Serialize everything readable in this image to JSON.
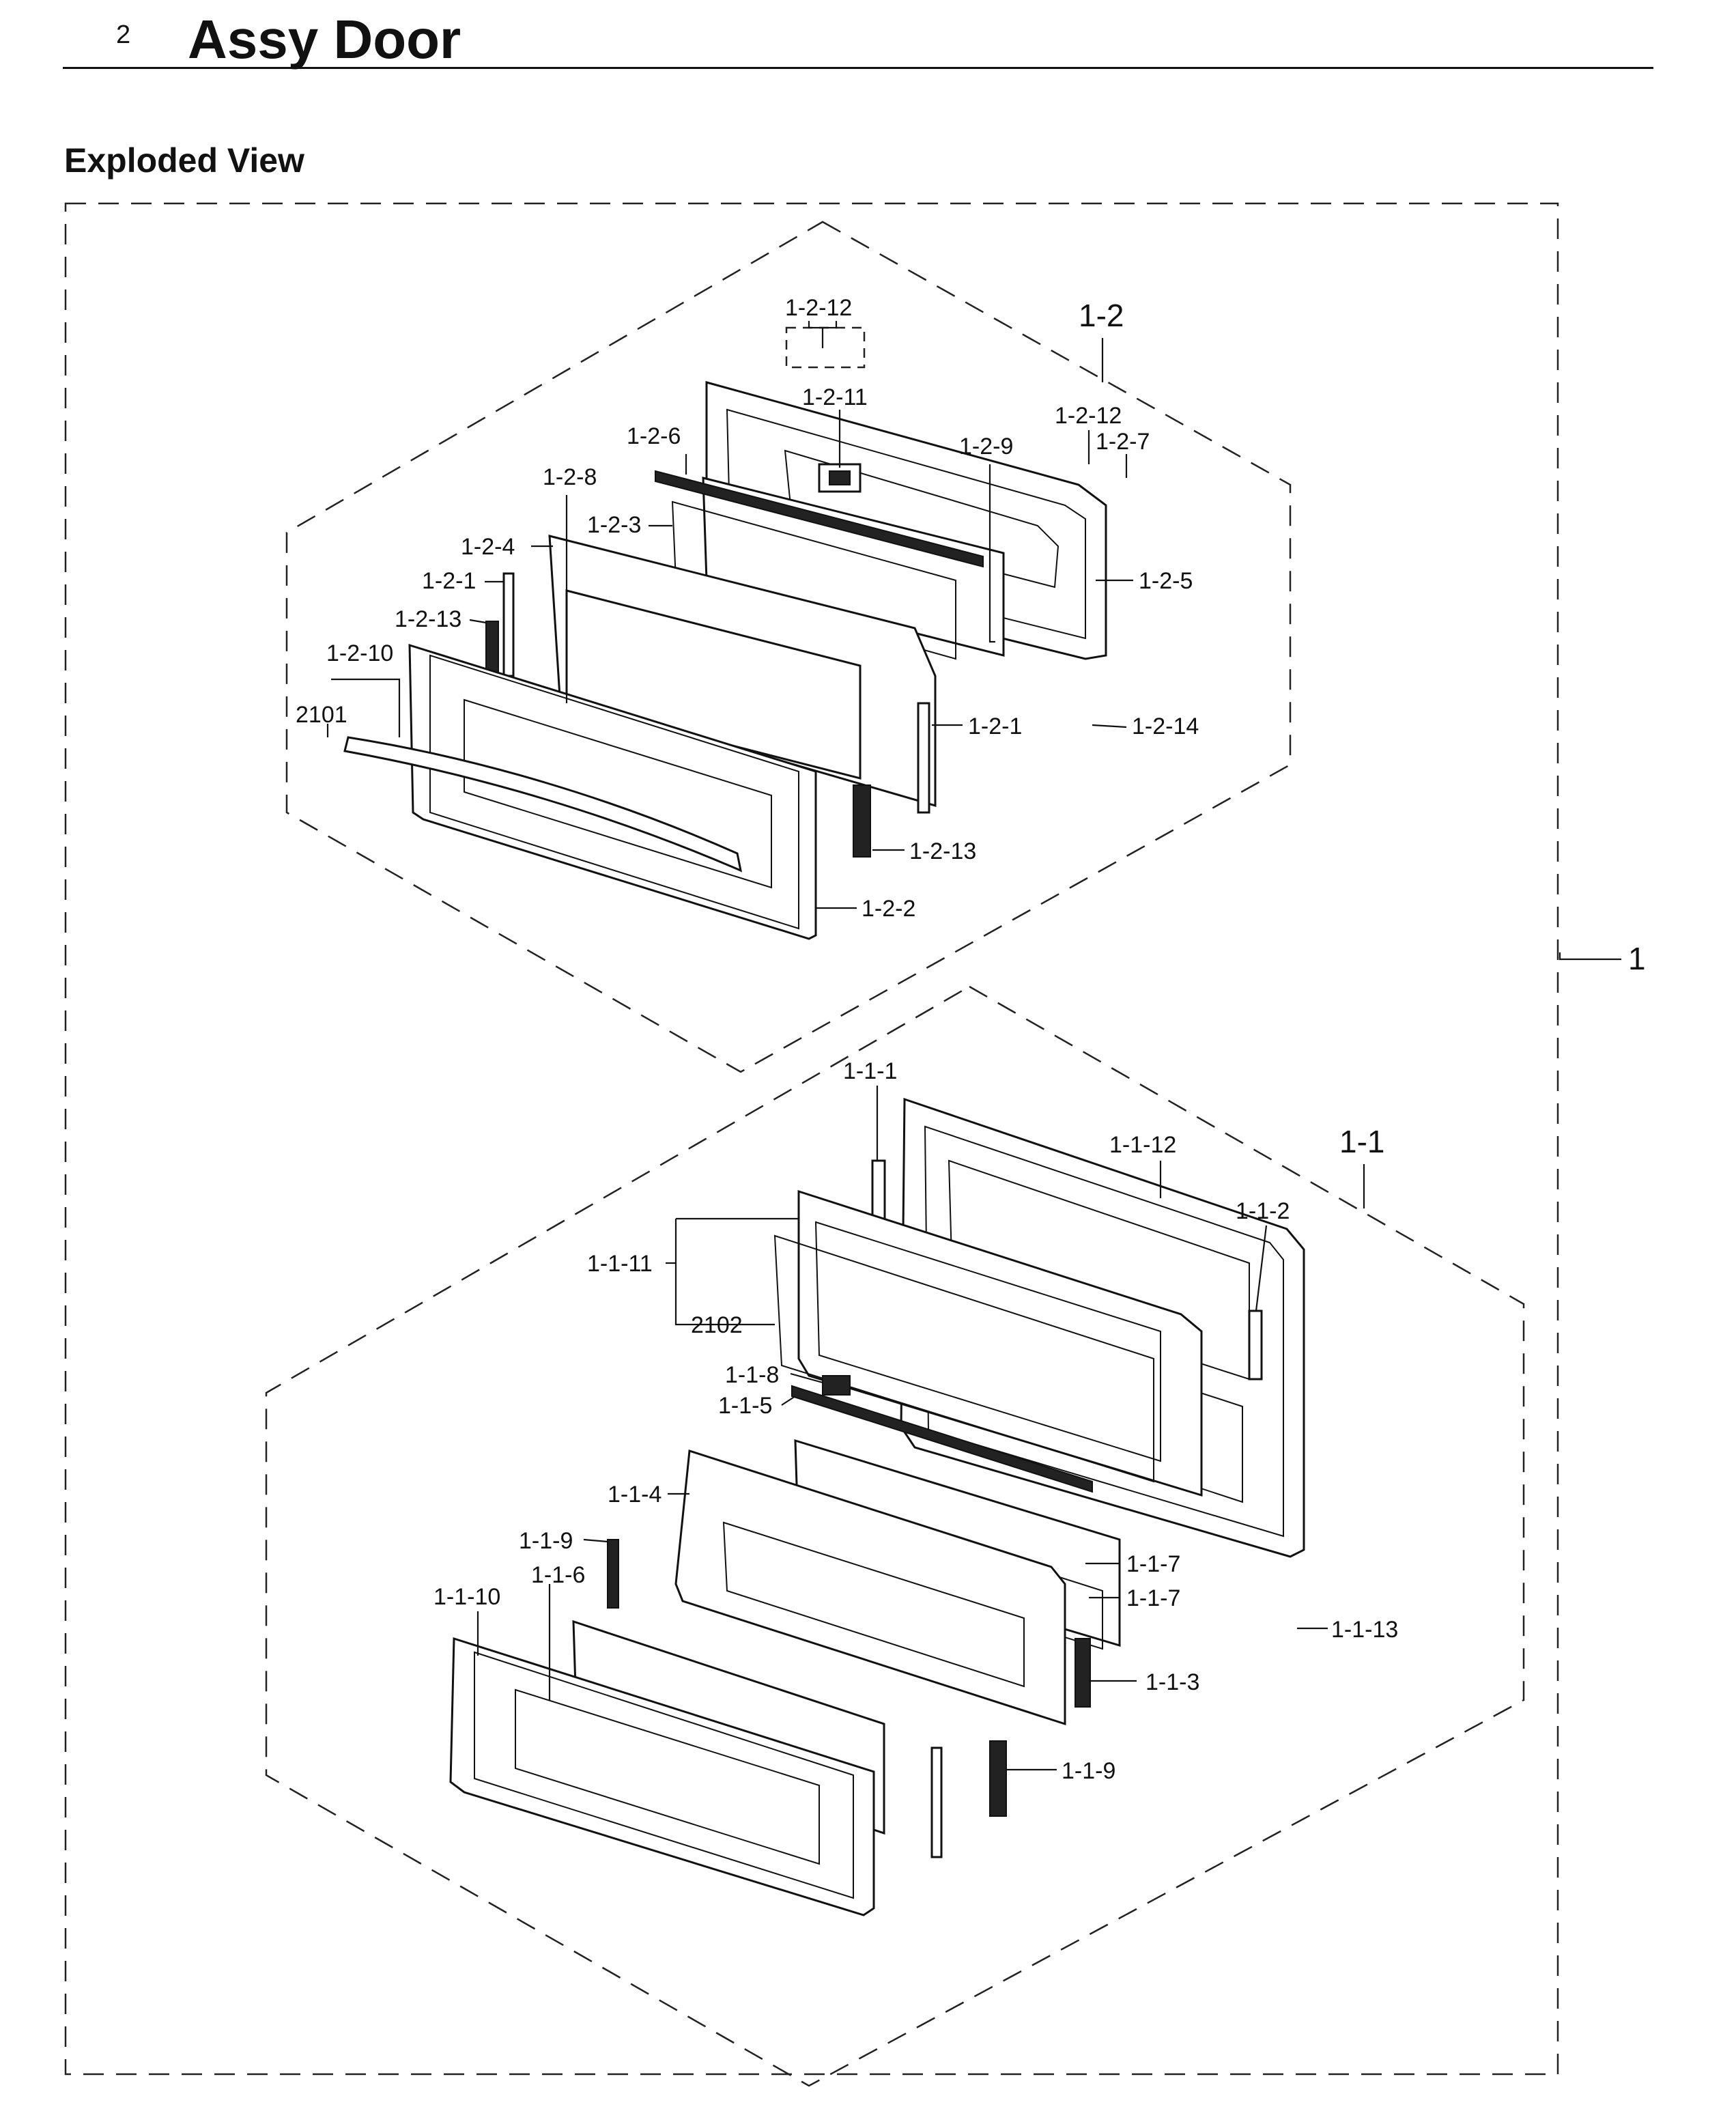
{
  "header": {
    "section_number": "2",
    "title": "Assy Door",
    "subtitle": "Exploded View"
  },
  "callouts": {
    "c1": "1",
    "c1_2": "1-2",
    "c1_1": "1-1",
    "c1_2_12a": "1-2-12",
    "c1_2_11": "1-2-11",
    "c1_2_12b": "1-2-12",
    "c1_2_7": "1-2-7",
    "c1_2_6": "1-2-6",
    "c1_2_9": "1-2-9",
    "c1_2_8": "1-2-8",
    "c1_2_3": "1-2-3",
    "c1_2_4": "1-2-4",
    "c1_2_5": "1-2-5",
    "c1_2_1a": "1-2-1",
    "c1_2_13a": "1-2-13",
    "c1_2_10": "1-2-10",
    "c2101": "2101",
    "c1_2_1b": "1-2-1",
    "c1_2_14": "1-2-14",
    "c1_2_13b": "1-2-13",
    "c1_2_2": "1-2-2",
    "c1_1_1": "1-1-1",
    "c1_1_12": "1-1-12",
    "c1_1_2": "1-1-2",
    "c1_1_11": "1-1-11",
    "c2102": "2102",
    "c1_1_8": "1-1-8",
    "c1_1_5": "1-1-5",
    "c1_1_4": "1-1-4",
    "c1_1_9a": "1-1-9",
    "c1_1_6": "1-1-6",
    "c1_1_10": "1-1-10",
    "c1_1_7a": "1-1-7",
    "c1_1_7b": "1-1-7",
    "c1_1_13": "1-1-13",
    "c1_1_3": "1-1-3",
    "c1_1_9b": "1-1-9"
  }
}
